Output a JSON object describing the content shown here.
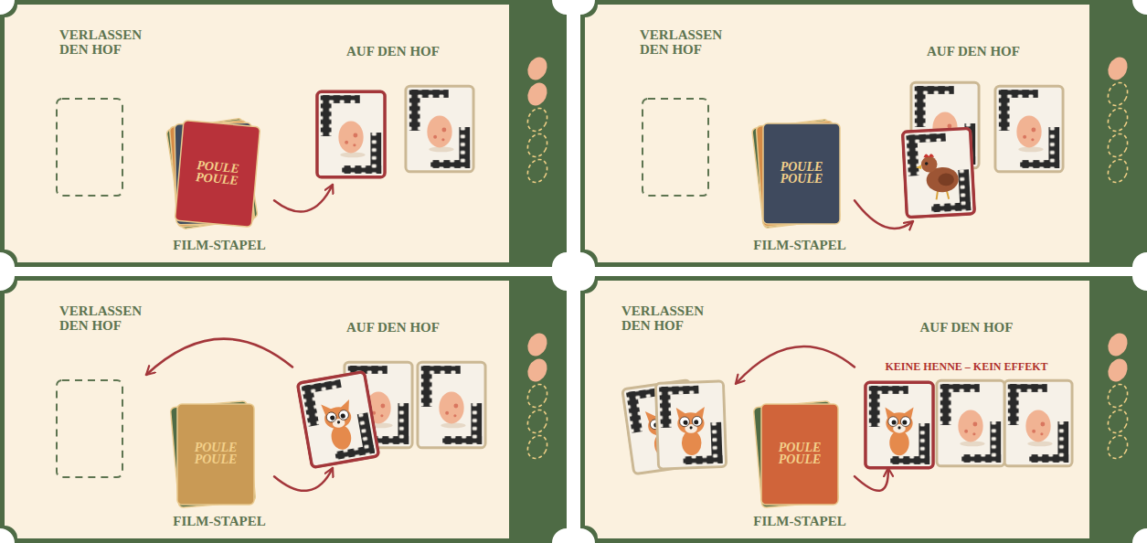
{
  "diagram": {
    "nodes": [
      {
        "text": [
          "VERLASSEN DEN HOF"
        ]
      },
      {
        "text": [
          "AUF DEN HOF"
        ]
      },
      {
        "text": [
          "FILM-STAPEL"
        ]
      },
      {
        "text": [
          "VERLASSEN DEN HOF"
        ]
      },
      {
        "text": [
          "AUF DEN HOF"
        ]
      },
      {
        "text": [
          "FILM-STAPEL"
        ]
      },
      {
        "text": [
          "VERLASSEN DEN HOF"
        ]
      },
      {
        "text": [
          "AUF DEN HOF"
        ]
      },
      {
        "text": [
          "FILM-STAPEL"
        ]
      },
      {
        "text": [
          "VERLASSEN DEN HOF"
        ]
      },
      {
        "text": [
          "AUF DEN HOF",
          "KEINE HENNE – KEIN EFFEKT"
        ]
      },
      {
        "text": [
          "FILM-STAPEL"
        ]
      }
    ],
    "edges": [
      {
        "from": 2,
        "to": 1,
        "arrow": "to"
      },
      {
        "from": 5,
        "to": 4,
        "arrow": "to"
      },
      {
        "from": 8,
        "to": 7,
        "arrow": "to"
      },
      {
        "from": 7,
        "to": 6,
        "arrow": "to"
      },
      {
        "from": 11,
        "to": 10,
        "arrow": "to"
      },
      {
        "from": 10,
        "to": 9,
        "arrow": "to"
      }
    ],
    "labels": [
      "POULE POULE",
      "POULE POULE",
      "POULE POULE",
      "POULE POULE"
    ]
  }
}
